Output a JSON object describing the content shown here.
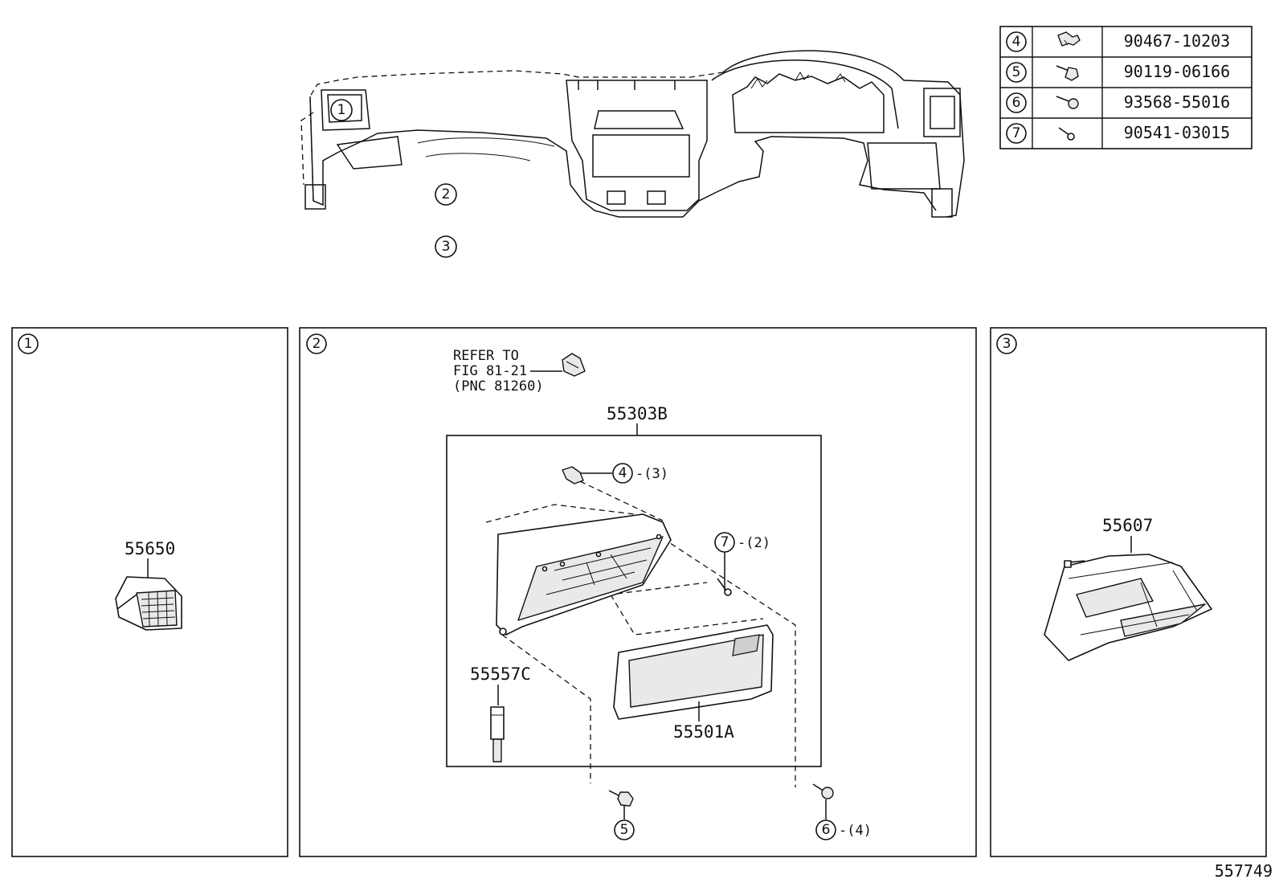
{
  "parts_table": [
    {
      "ref": "4",
      "part_number": "90467-10203",
      "icon": "clip-icon"
    },
    {
      "ref": "5",
      "part_number": "90119-06166",
      "icon": "bolt-icon"
    },
    {
      "ref": "6",
      "part_number": "93568-55016",
      "icon": "screw-icon"
    },
    {
      "ref": "7",
      "part_number": "90541-03015",
      "icon": "pin-icon"
    }
  ],
  "overview": {
    "callouts": [
      "1",
      "2",
      "3"
    ]
  },
  "panel1": {
    "index": "1",
    "part": "55650"
  },
  "panel2": {
    "index": "2",
    "refer_line1": "REFER TO",
    "refer_line2": "FIG 81-21",
    "refer_line3": "(PNC 81260)",
    "assembly": "55303B",
    "part_door": "55501A",
    "part_damper": "55557C",
    "callout4": {
      "num": "4",
      "qty": "-(3)"
    },
    "callout7": {
      "num": "7",
      "qty": "-(2)"
    },
    "callout5": {
      "num": "5"
    },
    "callout6": {
      "num": "6",
      "qty": "-(4)"
    }
  },
  "panel3": {
    "index": "3",
    "part": "55607"
  },
  "drawing_id": "557749"
}
